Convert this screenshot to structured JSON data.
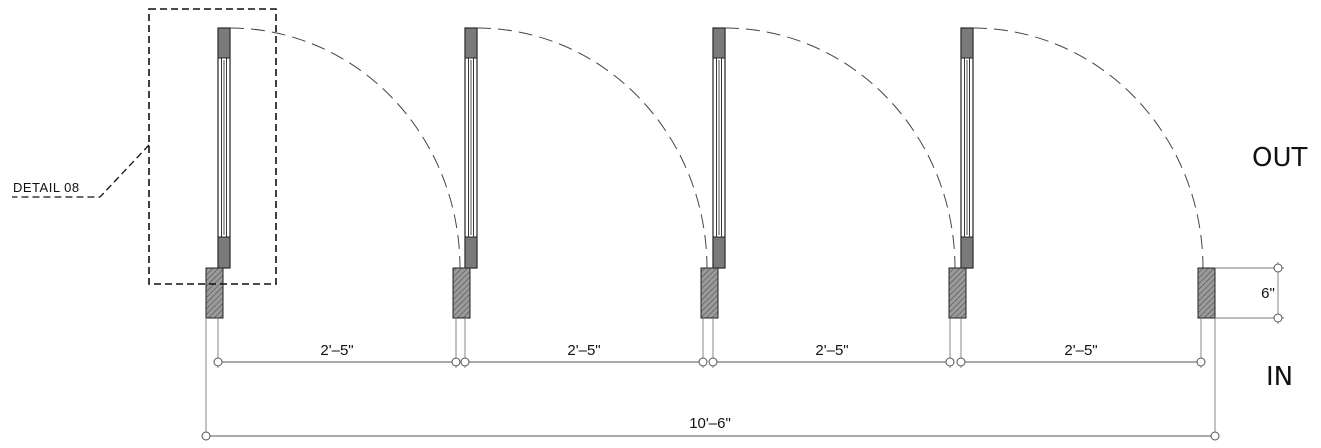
{
  "labels": {
    "detail": "DETAIL 08",
    "out": "OUT",
    "in": "IN"
  },
  "dimensions": {
    "bays": [
      "2'–5\"",
      "2'–5\"",
      "2'–5\"",
      "2'–5\""
    ],
    "overall": "10'–6\"",
    "jamb_depth": "6\""
  },
  "colors": {
    "line": "#222222",
    "fill_hatch": "#8a8a8a"
  }
}
